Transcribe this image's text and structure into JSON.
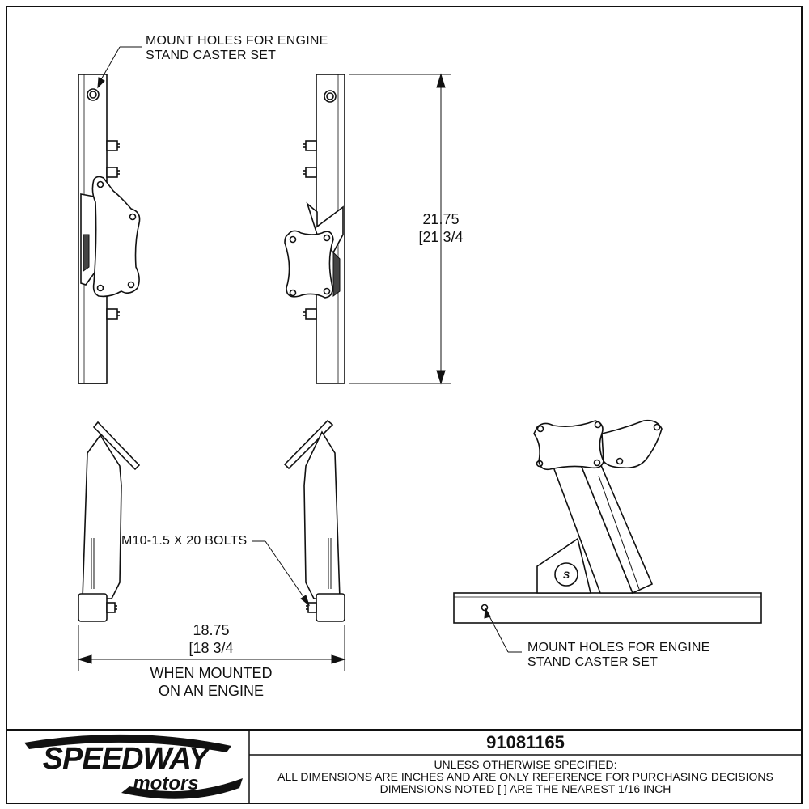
{
  "callouts": {
    "top_mount_holes": [
      "MOUNT HOLES FOR ENGINE",
      "STAND CASTER SET"
    ],
    "bottom_mount_holes": [
      "MOUNT HOLES FOR ENGINE",
      "STAND CASTER SET"
    ],
    "bolts": "M10-1.5 X 20 BOLTS"
  },
  "dimensions": {
    "height_decimal": "21.75",
    "height_fraction": "[21 3/4",
    "width_decimal": "18.75",
    "width_fraction": "[18 3/4",
    "width_note": [
      "WHEN MOUNTED",
      "ON AN ENGINE"
    ]
  },
  "title_block": {
    "logo_word": "SPEEDWAY",
    "logo_sub": "motors",
    "part_number": "91081165",
    "notes": [
      "UNLESS OTHERWISE SPECIFIED:",
      "ALL DIMENSIONS ARE INCHES AND ARE ONLY REFERENCE FOR PURCHASING DECISIONS",
      "DIMENSIONS NOTED [ ] ARE THE NEAREST 1/16 INCH"
    ]
  }
}
